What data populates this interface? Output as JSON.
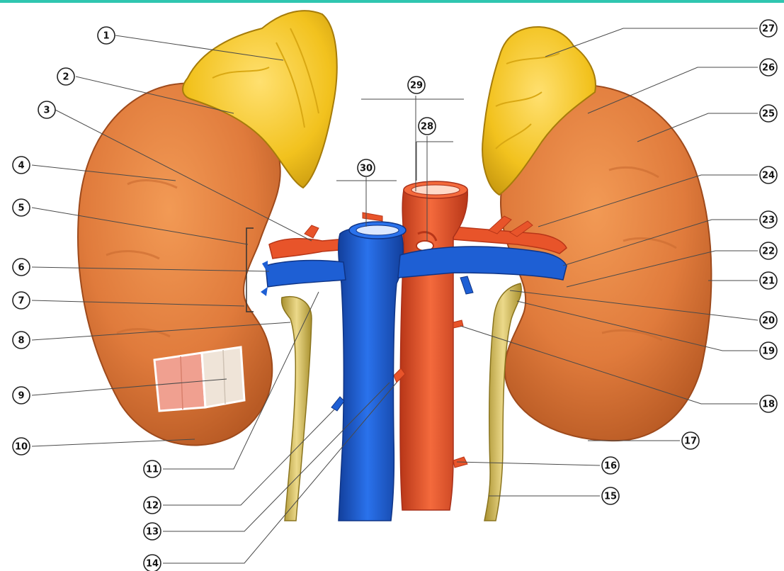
{
  "colors": {
    "top_bar": "#2fc6b0",
    "kidney": "#e07b3c",
    "kidney_dark": "#b85a24",
    "adrenal": "#f2c21e",
    "adrenal_dark": "#c99a10",
    "vein": "#1e5fd4",
    "vein_dark": "#123f9c",
    "artery": "#e8542a",
    "artery_dark": "#b83618",
    "ureter": "#d8c060",
    "ureter_dark": "#a8902e",
    "cortex_window": "#f0a090",
    "medulla_window": "#efe4d8"
  },
  "structures": [
    {
      "name": "right-adrenal-gland-icon"
    },
    {
      "name": "left-adrenal-gland-icon"
    },
    {
      "name": "right-kidney-icon"
    },
    {
      "name": "left-kidney-icon"
    },
    {
      "name": "inferior-vena-cava-icon"
    },
    {
      "name": "aorta-icon"
    },
    {
      "name": "right-ureter-icon"
    },
    {
      "name": "left-ureter-icon"
    }
  ],
  "labels": [
    {
      "text": "1"
    },
    {
      "text": "2"
    },
    {
      "text": "3"
    },
    {
      "text": "4"
    },
    {
      "text": "5"
    },
    {
      "text": "6"
    },
    {
      "text": "7"
    },
    {
      "text": "8"
    },
    {
      "text": "9"
    },
    {
      "text": "10"
    },
    {
      "text": "11"
    },
    {
      "text": "12"
    },
    {
      "text": "13"
    },
    {
      "text": "14"
    },
    {
      "text": "15"
    },
    {
      "text": "16"
    },
    {
      "text": "17"
    },
    {
      "text": "18"
    },
    {
      "text": "19"
    },
    {
      "text": "20"
    },
    {
      "text": "21"
    },
    {
      "text": "22"
    },
    {
      "text": "23"
    },
    {
      "text": "24"
    },
    {
      "text": "25"
    },
    {
      "text": "26"
    },
    {
      "text": "27"
    },
    {
      "text": "28"
    },
    {
      "text": "29"
    },
    {
      "text": "30"
    }
  ]
}
